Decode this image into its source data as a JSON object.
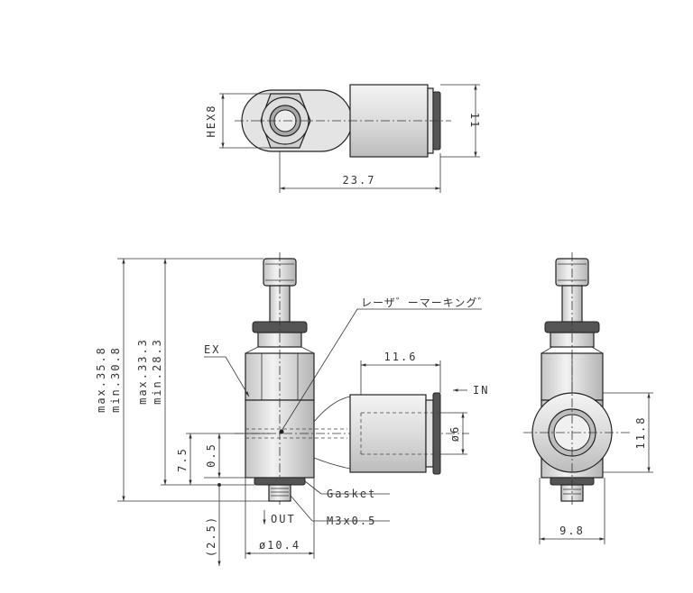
{
  "top_view": {
    "hex_label": "HEX8",
    "height_label": "11",
    "length_label": "23.7"
  },
  "front_view": {
    "max_overall": "max.35.8",
    "min_overall": "min.30.8",
    "max_body": "max.33.3",
    "min_body": "min.28.3",
    "ex_label": "EX",
    "laser_mark": "レーザ゛ーマーキング゛",
    "tube_length": "11.6",
    "in_label": "IN",
    "tube_od": "ø6",
    "height_75": "7.5",
    "height_05": "0.5",
    "gasket": "Gasket",
    "out_label": "OUT",
    "thread": "M3x0.5",
    "thread_len": "(2.5)",
    "body_dia": "ø10.4"
  },
  "side_view": {
    "height_label": "11.8",
    "width_label": "9.8"
  },
  "colors": {
    "line": "#333333",
    "metal": "#e0e0e0",
    "dark": "#555555"
  }
}
